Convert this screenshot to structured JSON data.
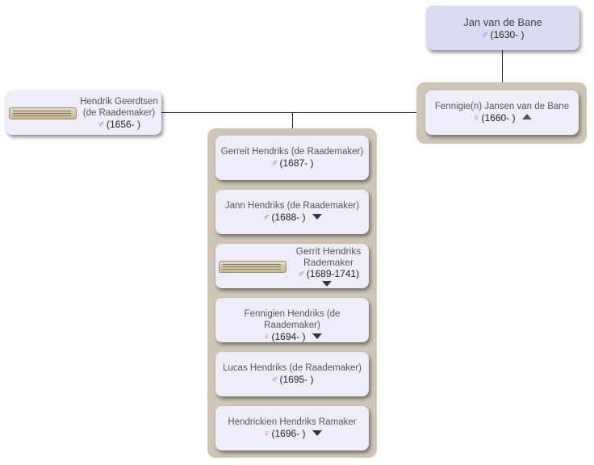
{
  "grandparent": {
    "name": "Jan van de Bane",
    "sex": "male",
    "dates": "(1630- )"
  },
  "father": {
    "name_line1": "Hendrik Geerdtsen",
    "name_line2": "(de Raademaker)",
    "sex": "male",
    "dates": "(1656- )"
  },
  "mother": {
    "name": "Fennigie(n) Jansen van de Bane",
    "sex": "female",
    "dates": "(1660- )"
  },
  "children": [
    {
      "name": "Gerreit Hendriks (de Raademaker)",
      "sex": "male",
      "dates": "(1687- )",
      "expand": false
    },
    {
      "name": "Jann Hendriks (de Raademaker)",
      "sex": "male",
      "dates": "(1688- )",
      "expand": true
    },
    {
      "name_line1": "Gerrit Hendriks",
      "name_line2": "Rademaker",
      "sex": "male",
      "dates": "(1689-1741)",
      "expand": true
    },
    {
      "name": "Fennigien Hendriks (de Raademaker)",
      "sex": "female",
      "dates": "(1694- )",
      "expand": true
    },
    {
      "name": "Lucas Hendriks (de Raademaker)",
      "sex": "male",
      "dates": "(1695- )",
      "expand": false
    },
    {
      "name": "Hendrickien Hendriks Ramaker",
      "sex": "female",
      "dates": "(1696- )",
      "expand": true
    }
  ],
  "symbols": {
    "male": "♂",
    "female": "♀"
  },
  "colors": {
    "card_bg": "#eeeefa",
    "grandparent_bg": "#dcdcf0",
    "panel_bg": "#cfc6b6",
    "male": "#5a6fd0",
    "female": "#e06a7a"
  },
  "icons": {
    "expand": "chevron-down-icon",
    "collapse": "chevron-up-icon",
    "document": "document-thumbnail"
  }
}
